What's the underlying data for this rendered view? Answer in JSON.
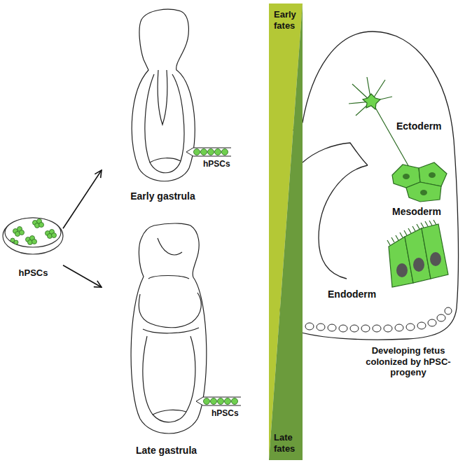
{
  "diagram": {
    "nodes": [
      {
        "text": [
          "hPSCs"
        ]
      },
      {
        "text": [
          "Early gastrula"
        ]
      },
      {
        "text": [
          "Late gastrula"
        ]
      },
      {
        "text": [
          "Early fates",
          "Late fates"
        ]
      },
      {
        "text": [
          "Ectoderm",
          "Mesoderm",
          "Endoderm",
          "Developing fetus colonized by hPSC-progeny"
        ]
      }
    ],
    "edges": [
      {
        "from": 0,
        "to": 1,
        "arrow": "to"
      },
      {
        "from": 0,
        "to": 2,
        "arrow": "to"
      }
    ],
    "labels": [
      "hPSCs",
      "hPSCs"
    ]
  }
}
